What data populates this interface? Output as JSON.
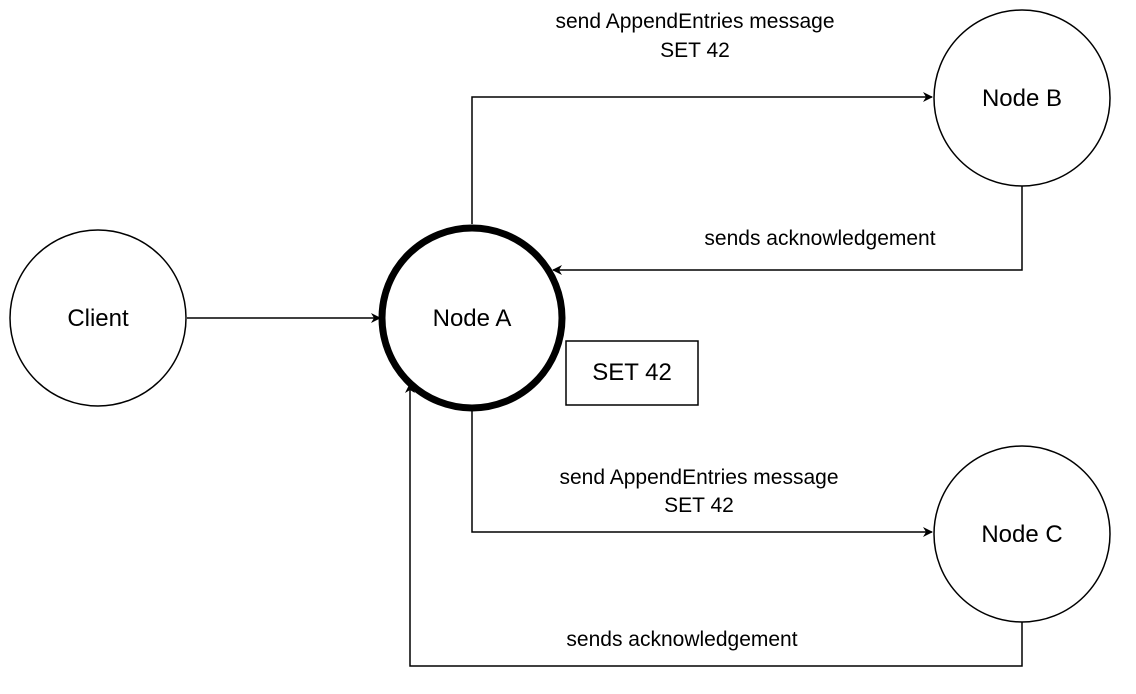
{
  "nodes": {
    "client": "Client",
    "node_a": "Node A",
    "node_b": "Node B",
    "node_c": "Node C"
  },
  "log_entry": "SET 42",
  "edges": {
    "a_to_b": {
      "line1": "send AppendEntries message",
      "line2": "SET 42"
    },
    "b_to_a": "sends acknowledgement",
    "a_to_c": {
      "line1": "send AppendEntries message",
      "line2": "SET 42"
    },
    "c_to_a": "sends acknowledgement"
  },
  "colors": {
    "stroke": "#000000",
    "background": "#ffffff"
  }
}
